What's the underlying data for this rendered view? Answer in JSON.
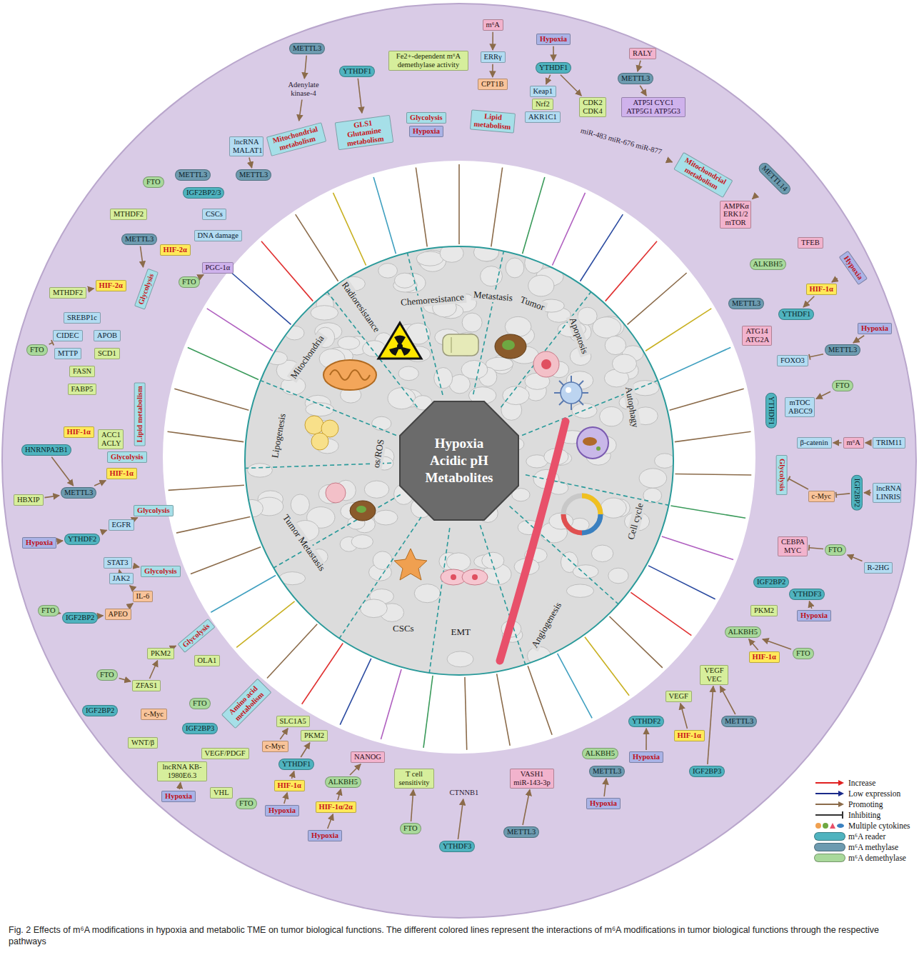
{
  "diagram": {
    "caption": "Fig. 2 Effects of m⁶A modifications in hypoxia and metabolic TME on tumor biological functions. The different colored lines represent the interactions of m⁶A modifications in tumor biological functions through the respective pathways",
    "nodes": [
      {
        "text": [
          "METTL3"
        ]
      },
      {
        "text": [
          "Adenylate kinase-4"
        ]
      },
      {
        "text": [
          "Mitochondrial metabolism"
        ]
      },
      {
        "text": [
          "YTHDF1"
        ]
      },
      {
        "text": [
          "GLS1 Glutamine metabolism"
        ]
      },
      {
        "text": [
          "m⁶A"
        ]
      },
      {
        "text": [
          "Fe2+-dependent m⁶A demethylase activity"
        ]
      },
      {
        "text": [
          "ERRγ"
        ]
      },
      {
        "text": [
          "CPT1B"
        ]
      },
      {
        "text": [
          "Glycolysis"
        ]
      },
      {
        "text": [
          "Hypoxia"
        ]
      },
      {
        "text": [
          "Lipid metabolism"
        ]
      },
      {
        "text": [
          "Hypoxia"
        ]
      },
      {
        "text": [
          "YTHDF1"
        ]
      },
      {
        "text": [
          "Keap1"
        ]
      },
      {
        "text": [
          "Nrf2"
        ]
      },
      {
        "text": [
          "AKR1C1"
        ]
      },
      {
        "text": [
          "CDK2 CDK4"
        ]
      },
      {
        "text": [
          "RALY"
        ]
      },
      {
        "text": [
          "METTL3"
        ]
      },
      {
        "text": [
          "ATP5I CYC1 ATP5G1 ATP5G3"
        ]
      },
      {
        "text": [
          "miR-483 miR-676 miR-877"
        ]
      },
      {
        "text": [
          "Mitochondrial metabolism"
        ]
      },
      {
        "text": [
          "METTL14"
        ]
      },
      {
        "text": [
          "AMPKα ERK1/2 mTOR"
        ]
      },
      {
        "text": [
          "TFEB"
        ]
      },
      {
        "text": [
          "ALKBH5"
        ]
      },
      {
        "text": [
          "Hypoxia"
        ]
      },
      {
        "text": [
          "HIF-1α"
        ]
      },
      {
        "text": [
          "YTHDF1"
        ]
      },
      {
        "text": [
          "METTL3"
        ]
      },
      {
        "text": [
          "ATG14 ATG2A"
        ]
      },
      {
        "text": [
          "FOXO3"
        ]
      },
      {
        "text": [
          "METTL3"
        ]
      },
      {
        "text": [
          "Hypoxia"
        ]
      },
      {
        "text": [
          "YTHDF1"
        ]
      },
      {
        "text": [
          "mTOC ABCC9"
        ]
      },
      {
        "text": [
          "β-catenin"
        ]
      },
      {
        "text": [
          "FTO"
        ]
      },
      {
        "text": [
          "m⁶A"
        ]
      },
      {
        "text": [
          "TRIM11"
        ]
      },
      {
        "text": [
          "Glycolysis"
        ]
      },
      {
        "text": [
          "c-Myc"
        ]
      },
      {
        "text": [
          "IGF2BP2"
        ]
      },
      {
        "text": [
          "lncRNA LINRIS"
        ]
      },
      {
        "text": [
          "CEBPA MYC"
        ]
      },
      {
        "text": [
          "FTO"
        ]
      },
      {
        "text": [
          "R-2HG"
        ]
      },
      {
        "text": [
          "IGF2BP2"
        ]
      },
      {
        "text": [
          "YTHDF3"
        ]
      },
      {
        "text": [
          "Hypoxia"
        ]
      },
      {
        "text": [
          "PKM2"
        ]
      },
      {
        "text": [
          "ALKBH5"
        ]
      },
      {
        "text": [
          "FTO"
        ]
      },
      {
        "text": [
          "HIF-1α"
        ]
      },
      {
        "text": [
          "VEGF VEC"
        ]
      },
      {
        "text": [
          "VEGF"
        ]
      },
      {
        "text": [
          "YTHDF2"
        ]
      },
      {
        "text": [
          "HIF-1α"
        ]
      },
      {
        "text": [
          "METTL3"
        ]
      },
      {
        "text": [
          "IGF2BP3"
        ]
      },
      {
        "text": [
          "Hypoxia"
        ]
      },
      {
        "text": [
          "ALKBH5"
        ]
      },
      {
        "text": [
          "METTL3"
        ]
      },
      {
        "text": [
          "Hypoxia"
        ]
      },
      {
        "text": [
          "VASH1 miR-143-3p"
        ]
      },
      {
        "text": [
          "METTL3"
        ]
      },
      {
        "text": [
          "CTNNB1"
        ]
      },
      {
        "text": [
          "YTHDF3"
        ]
      },
      {
        "text": [
          "T cell sensitivity"
        ]
      },
      {
        "text": [
          "FTO"
        ]
      },
      {
        "text": [
          "NANOG"
        ]
      },
      {
        "text": [
          "ALKBH5"
        ]
      },
      {
        "text": [
          "HIF-1α/2α"
        ]
      },
      {
        "text": [
          "Hypoxia"
        ]
      },
      {
        "text": [
          "PKM2"
        ]
      },
      {
        "text": [
          "YTHDF1"
        ]
      },
      {
        "text": [
          "HIF-1α"
        ]
      },
      {
        "text": [
          "Hypoxia"
        ]
      },
      {
        "text": [
          "Amino acid metabolism"
        ]
      },
      {
        "text": [
          "SLC1A5"
        ]
      },
      {
        "text": [
          "c-Myc"
        ]
      },
      {
        "text": [
          "FTO"
        ]
      },
      {
        "text": [
          "VEGF/PDGF"
        ]
      },
      {
        "text": [
          "IGF2BP3"
        ]
      },
      {
        "text": [
          "VHL"
        ]
      },
      {
        "text": [
          "FTO"
        ]
      },
      {
        "text": [
          "lncRNA KB-1980E6.3"
        ]
      },
      {
        "text": [
          "Hypoxia"
        ]
      },
      {
        "text": [
          "c-Myc"
        ]
      },
      {
        "text": [
          "WNT/β"
        ]
      },
      {
        "text": [
          "IGF2BP2"
        ]
      },
      {
        "text": [
          "ZFAS1"
        ]
      },
      {
        "text": [
          "FTO"
        ]
      },
      {
        "text": [
          "OLA1"
        ]
      },
      {
        "text": [
          "PKM2"
        ]
      },
      {
        "text": [
          "Glycolysis"
        ]
      },
      {
        "text": [
          "FTO"
        ]
      },
      {
        "text": [
          "IGF2BP2"
        ]
      },
      {
        "text": [
          "APEO"
        ]
      },
      {
        "text": [
          "IL-6"
        ]
      },
      {
        "text": [
          "JAK2"
        ]
      },
      {
        "text": [
          "STAT3"
        ]
      },
      {
        "text": [
          "Glycolysis"
        ]
      },
      {
        "text": [
          "Hypoxia"
        ]
      },
      {
        "text": [
          "YTHDF2"
        ]
      },
      {
        "text": [
          "EGFR"
        ]
      },
      {
        "text": [
          "Glycolysis"
        ]
      },
      {
        "text": [
          "HBXIP"
        ]
      },
      {
        "text": [
          "METTL3"
        ]
      },
      {
        "text": [
          "HIF-1α"
        ]
      },
      {
        "text": [
          "Glycolysis"
        ]
      },
      {
        "text": [
          "HNRNPA2B1"
        ]
      },
      {
        "text": [
          "Lipid metabolism"
        ]
      },
      {
        "text": [
          "ACC1 ACLY"
        ]
      },
      {
        "text": [
          "HIF-1α"
        ]
      },
      {
        "text": [
          "FABP5"
        ]
      },
      {
        "text": [
          "FASN"
        ]
      },
      {
        "text": [
          "MTTP"
        ]
      },
      {
        "text": [
          "SCD1"
        ]
      },
      {
        "text": [
          "CIDEC"
        ]
      },
      {
        "text": [
          "APOB"
        ]
      },
      {
        "text": [
          "SREBP1c"
        ]
      },
      {
        "text": [
          "FTO"
        ]
      },
      {
        "text": [
          "MTHDF2"
        ]
      },
      {
        "text": [
          "HIF-2α"
        ]
      },
      {
        "text": [
          "Glycolysis"
        ]
      },
      {
        "text": [
          "METTL3"
        ]
      },
      {
        "text": [
          "MTHDF2"
        ]
      },
      {
        "text": [
          "HIF-2α"
        ]
      },
      {
        "text": [
          "FTO"
        ]
      },
      {
        "text": [
          "PGC-1α"
        ]
      },
      {
        "text": [
          "FTO"
        ]
      },
      {
        "text": [
          "DNA damage"
        ]
      },
      {
        "text": [
          "CSCs"
        ]
      },
      {
        "text": [
          "METTL3"
        ]
      },
      {
        "text": [
          "IGF2BP2/3"
        ]
      },
      {
        "text": [
          "lncRNA MALAT1"
        ]
      },
      {
        "text": [
          "METTL3"
        ]
      },
      {
        "text": [
          "Hypoxia Acidic pH Metabolites"
        ]
      }
    ],
    "edges": [
      {
        "from": 0,
        "to": 1,
        "arrow": "to"
      },
      {
        "from": 1,
        "to": 2,
        "arrow": "to"
      },
      {
        "from": 3,
        "to": 4,
        "arrow": "to"
      },
      {
        "from": 5,
        "to": 7,
        "arrow": "to"
      },
      {
        "from": 7,
        "to": 8,
        "arrow": "to"
      },
      {
        "from": 12,
        "to": 13,
        "arrow": "to"
      },
      {
        "from": 13,
        "to": 14,
        "arrow": "to"
      },
      {
        "from": 13,
        "to": 17,
        "arrow": "to"
      },
      {
        "from": 18,
        "to": 19,
        "arrow": "to"
      },
      {
        "from": 19,
        "to": 20,
        "arrow": "to"
      },
      {
        "from": 21,
        "to": 22,
        "arrow": "to"
      },
      {
        "from": 23,
        "to": 24,
        "arrow": "to"
      },
      {
        "from": 27,
        "to": 28,
        "arrow": "to"
      },
      {
        "from": 28,
        "to": 29,
        "arrow": "to"
      },
      {
        "from": 34,
        "to": 33,
        "arrow": "to"
      },
      {
        "from": 33,
        "to": 32,
        "arrow": "none"
      },
      {
        "from": 38,
        "to": 36,
        "arrow": "to"
      },
      {
        "from": 40,
        "to": 39,
        "arrow": "to"
      },
      {
        "from": 39,
        "to": 37,
        "arrow": "to"
      },
      {
        "from": 44,
        "to": 43,
        "arrow": "to"
      },
      {
        "from": 43,
        "to": 42,
        "arrow": "none"
      },
      {
        "from": 42,
        "to": 41,
        "arrow": "none"
      },
      {
        "from": 47,
        "to": 46,
        "arrow": "to"
      },
      {
        "from": 46,
        "to": 45,
        "arrow": "none"
      },
      {
        "from": 50,
        "to": 49,
        "arrow": "to"
      },
      {
        "from": 53,
        "to": 52,
        "arrow": "to"
      },
      {
        "from": 54,
        "to": 52,
        "arrow": "to"
      },
      {
        "from": 58,
        "to": 56,
        "arrow": "to"
      },
      {
        "from": 61,
        "to": 57,
        "arrow": "to"
      },
      {
        "from": 59,
        "to": 55,
        "arrow": "to"
      },
      {
        "from": 60,
        "to": 55,
        "arrow": "to"
      },
      {
        "from": 64,
        "to": 63,
        "arrow": "to"
      },
      {
        "from": 66,
        "to": 65,
        "arrow": "to"
      },
      {
        "from": 68,
        "to": 67,
        "arrow": "to"
      },
      {
        "from": 70,
        "to": 69,
        "arrow": "to"
      },
      {
        "from": 74,
        "to": 73,
        "arrow": "to"
      },
      {
        "from": 73,
        "to": 72,
        "arrow": "to"
      },
      {
        "from": 72,
        "to": 71,
        "arrow": "to"
      },
      {
        "from": 78,
        "to": 77,
        "arrow": "to"
      },
      {
        "from": 77,
        "to": 76,
        "arrow": "to"
      },
      {
        "from": 76,
        "to": 75,
        "arrow": "to"
      },
      {
        "from": 88,
        "to": 87,
        "arrow": "to"
      },
      {
        "from": 81,
        "to": 80,
        "arrow": "to"
      },
      {
        "from": 93,
        "to": 92,
        "arrow": "to"
      },
      {
        "from": 92,
        "to": 95,
        "arrow": "to"
      },
      {
        "from": 95,
        "to": 96,
        "arrow": "to"
      },
      {
        "from": 97,
        "to": 98,
        "arrow": "to"
      },
      {
        "from": 98,
        "to": 99,
        "arrow": "to"
      },
      {
        "from": 99,
        "to": 100,
        "arrow": "to"
      },
      {
        "from": 100,
        "to": 101,
        "arrow": "to"
      },
      {
        "from": 101,
        "to": 102,
        "arrow": "to"
      },
      {
        "from": 102,
        "to": 103,
        "arrow": "to"
      },
      {
        "from": 104,
        "to": 105,
        "arrow": "to"
      },
      {
        "from": 105,
        "to": 106,
        "arrow": "to"
      },
      {
        "from": 106,
        "to": 107,
        "arrow": "to"
      },
      {
        "from": 108,
        "to": 109,
        "arrow": "to"
      },
      {
        "from": 109,
        "to": 110,
        "arrow": "to"
      },
      {
        "from": 112,
        "to": 109,
        "arrow": "to"
      },
      {
        "from": 123,
        "to": 120,
        "arrow": "none"
      },
      {
        "from": 124,
        "to": 125,
        "arrow": "to"
      },
      {
        "from": 127,
        "to": 126,
        "arrow": "to"
      },
      {
        "from": 130,
        "to": 131,
        "arrow": "to"
      },
      {
        "from": 137,
        "to": 138,
        "arrow": "to"
      }
    ],
    "labels": [
      "Radioresistance",
      "Chemoresistance",
      "Metastasis",
      "Tumor",
      "Apoptosis",
      "Autophagy",
      "Cell cycle",
      "Angiogenesis",
      "EMT",
      "CSCs",
      "Tumor Metastasis",
      "Lipogenesis",
      "os/ROS",
      "Mitochondria"
    ],
    "legend": [
      {
        "text": "Increase"
      },
      {
        "text": "Low expression"
      },
      {
        "text": "Promoting"
      },
      {
        "text": "Inhibiting"
      },
      {
        "text": "Multiple cytokines"
      },
      {
        "text": "m⁶A reader",
        "color": "#4fb3bf"
      },
      {
        "text": "m⁶A methylase",
        "color": "#6d9bb0"
      },
      {
        "text": "m⁶A demethylase",
        "color": "#a9d99b"
      }
    ]
  }
}
